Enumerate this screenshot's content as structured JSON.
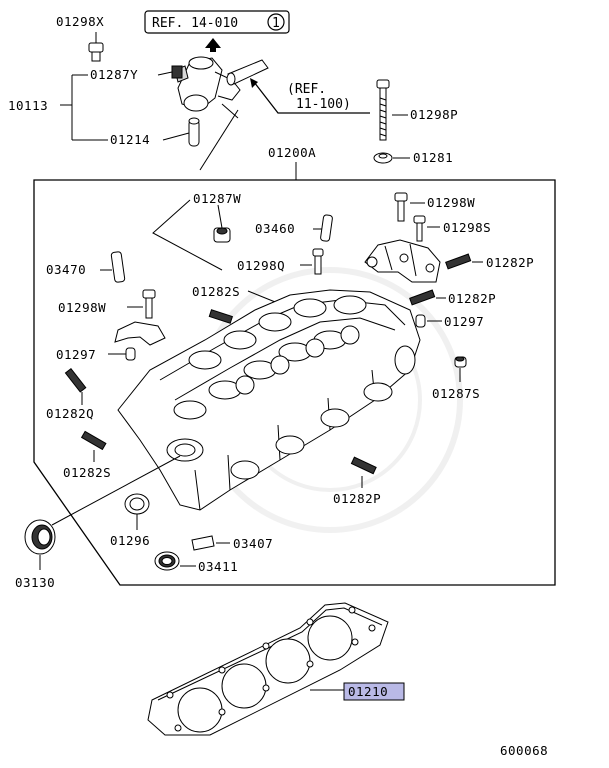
{
  "diagram_number": "600068",
  "references": {
    "ref_14": "REF. 14-010",
    "ref_14_circle": "1",
    "ref_11_line1": "(REF.",
    "ref_11_line2": "11-100)"
  },
  "parts": {
    "p01298X": "01298X",
    "p10113": "10113",
    "p01287Y": "01287Y",
    "p01214": "01214",
    "p01298P": "01298P",
    "p01281": "01281",
    "p01200A": "01200A",
    "p01287W": "01287W",
    "p03460": "03460",
    "p01298W_top": "01298W",
    "p01298S_top": "01298S",
    "p01298Q_top": "01298Q",
    "p01282P_r1": "01282P",
    "p03470": "03470",
    "p01282S_top": "01282S",
    "p01282P_r2": "01282P",
    "p01298W_left": "01298W",
    "p01297_right": "01297",
    "p01297_left": "01297",
    "p01287S": "01287S",
    "p01282Q": "01282Q",
    "p01282S_left": "01282S",
    "p01282P_bottom": "01282P",
    "p01296": "01296",
    "p03407": "03407",
    "p03130": "03130",
    "p03411": "03411",
    "p01210": "01210"
  },
  "highlight_color": "#b9b9e6"
}
